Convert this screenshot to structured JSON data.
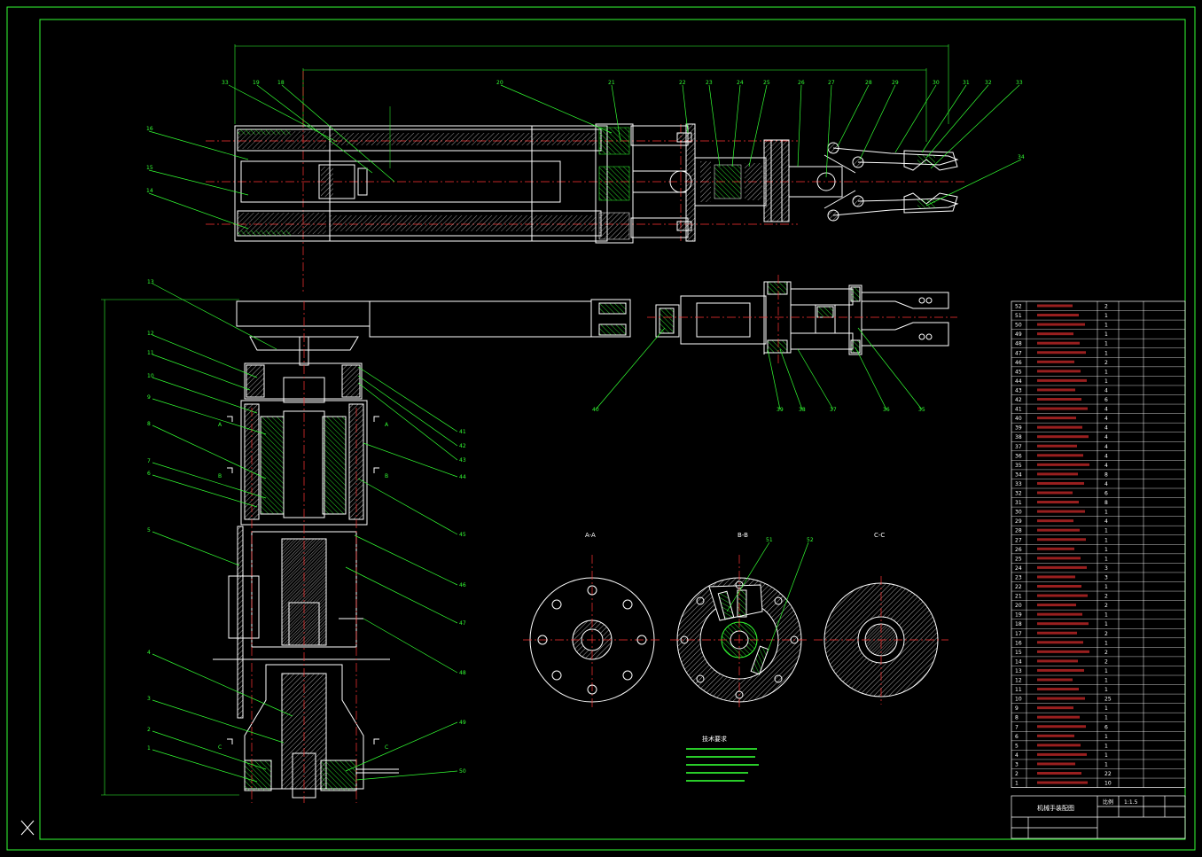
{
  "drawing": {
    "part_callouts_top": [
      "33",
      "19",
      "18",
      "20",
      "21",
      "22",
      "23",
      "24",
      "25",
      "26",
      "27",
      "28",
      "29",
      "30",
      "31",
      "32",
      "33"
    ],
    "part_callouts_left_top": [
      "16",
      "15",
      "14"
    ],
    "part_callouts_left_arm": [
      "13",
      "12",
      "11",
      "10",
      "9",
      "8",
      "7",
      "6",
      "5",
      "4",
      "3",
      "2",
      "1"
    ],
    "part_callouts_right_arm": [
      "41",
      "42",
      "43",
      "44",
      "45",
      "46",
      "47",
      "48",
      "49",
      "50"
    ],
    "part_callouts_top_view": [
      "40",
      "39",
      "38",
      "37",
      "36",
      "35"
    ],
    "part_callouts_right_top": [
      "34"
    ],
    "section_labels": [
      "A",
      "A",
      "B",
      "B",
      "C",
      "C"
    ],
    "section_views": {
      "a": "A-A",
      "b": "B-B",
      "c": "C-C"
    },
    "bb_callouts": [
      "51",
      "52"
    ]
  },
  "tech_requirements": {
    "title": "技术要求"
  },
  "title_block": {
    "name": "机械手装配图",
    "scale_label": "比例",
    "scale_value": "1:1.5"
  },
  "bom": {
    "ids": [
      "52",
      "51",
      "50",
      "49",
      "48",
      "47",
      "46",
      "45",
      "44",
      "43",
      "42",
      "41",
      "40",
      "39",
      "38",
      "37",
      "36",
      "35",
      "34",
      "33",
      "32",
      "31",
      "30",
      "29",
      "28",
      "27",
      "26",
      "25",
      "24",
      "23",
      "22",
      "21",
      "20",
      "19",
      "18",
      "17",
      "16",
      "15",
      "14",
      "13",
      "12",
      "11",
      "10",
      "9",
      "8",
      "7",
      "6",
      "5",
      "4",
      "3",
      "2",
      "1"
    ],
    "qtys": [
      "2",
      "1",
      "1",
      "1",
      "1",
      "1",
      "2",
      "1",
      "1",
      "4",
      "6",
      "4",
      "4",
      "4",
      "4",
      "4",
      "4",
      "4",
      "8",
      "4",
      "6",
      "8",
      "1",
      "4",
      "1",
      "1",
      "1",
      "1",
      "3",
      "3",
      "1",
      "2",
      "2",
      "1",
      "1",
      "2",
      "1",
      "2",
      "2",
      "1",
      "1",
      "1",
      "25",
      "1",
      "1",
      "6",
      "1",
      "1",
      "1",
      "1",
      "22",
      "10"
    ]
  },
  "colors": {
    "line": "#ffffff",
    "leader": "#33ff33",
    "center": "#ff3333",
    "dim": "#00ffff",
    "border": "#33ff33",
    "hatch": "#cfcfcf"
  }
}
